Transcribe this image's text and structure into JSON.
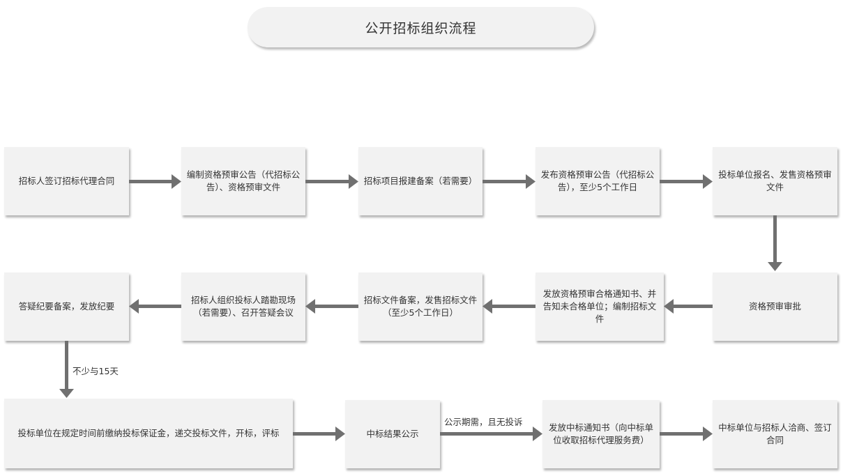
{
  "title": "公开招标组织流程",
  "nodes": {
    "n1": "招标人签订招标代理合同",
    "n2": "编制资格预审公告（代招标公告）、资格预审文件",
    "n3": "招标项目报建备案（若需要）",
    "n4": "发布资格预审公告（代招标公告），至少5个工作日",
    "n5": "投标单位报名、发售资格预审文件",
    "n6": "资格预审审批",
    "n7": "发放资格预审合格通知书、并告知未合格单位；编制招标文件",
    "n8": "招标文件备案，发售招标文件（至少5个工作日）",
    "n9": "招标人组织投标人踏勘现场（若需要）、召开答疑会议",
    "n10": "答疑纪要备案，发放纪要",
    "n11": "投标单位在规定时间前缴纳投标保证金，递交投标文件，开标，评标",
    "n12": "中标结果公示",
    "n13": "发放中标通知书（向中标单位收取招标代理服务费）",
    "n14": "中标单位与招标人洽商、签订合同"
  },
  "edge_labels": {
    "e10_11": "不少与15天",
    "e12_13": "公示期需，且无投诉"
  },
  "colors": {
    "node_fill": "#f2f2f2",
    "arrow": "#707070",
    "text": "#333333"
  }
}
